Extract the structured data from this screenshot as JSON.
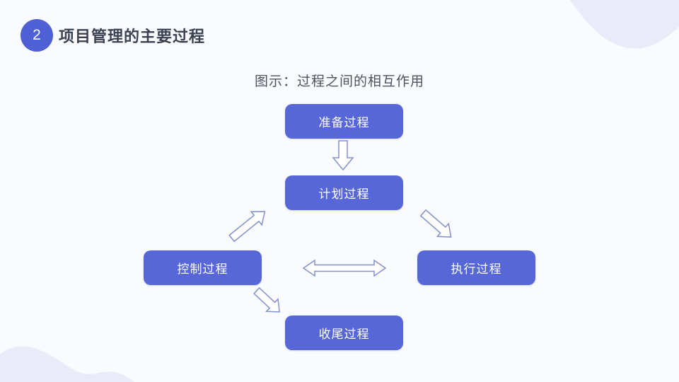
{
  "header": {
    "number": "2",
    "title": "项目管理的主要过程"
  },
  "diagram": {
    "caption": "图示：过程之间的相互作用",
    "nodes": [
      {
        "id": "prepare",
        "label": "准备过程"
      },
      {
        "id": "plan",
        "label": "计划过程"
      },
      {
        "id": "control",
        "label": "控制过程"
      },
      {
        "id": "execute",
        "label": "执行过程"
      },
      {
        "id": "close",
        "label": "收尾过程"
      }
    ],
    "arrows": [
      {
        "name": "prepare-to-plan",
        "direction": "down"
      },
      {
        "name": "control-to-plan",
        "direction": "up-right"
      },
      {
        "name": "plan-to-execute",
        "direction": "down-right"
      },
      {
        "name": "control-execute",
        "direction": "left-right-double"
      },
      {
        "name": "control-to-close",
        "direction": "down-right"
      }
    ]
  },
  "colors": {
    "node_fill": "#5767d8",
    "badge_fill": "#4f60d5",
    "arrow_stroke": "#8290cc",
    "title_text": "#3b4151",
    "caption_text": "#4d5260",
    "background": "#fafbfe",
    "wave": "#e9ebf8"
  }
}
